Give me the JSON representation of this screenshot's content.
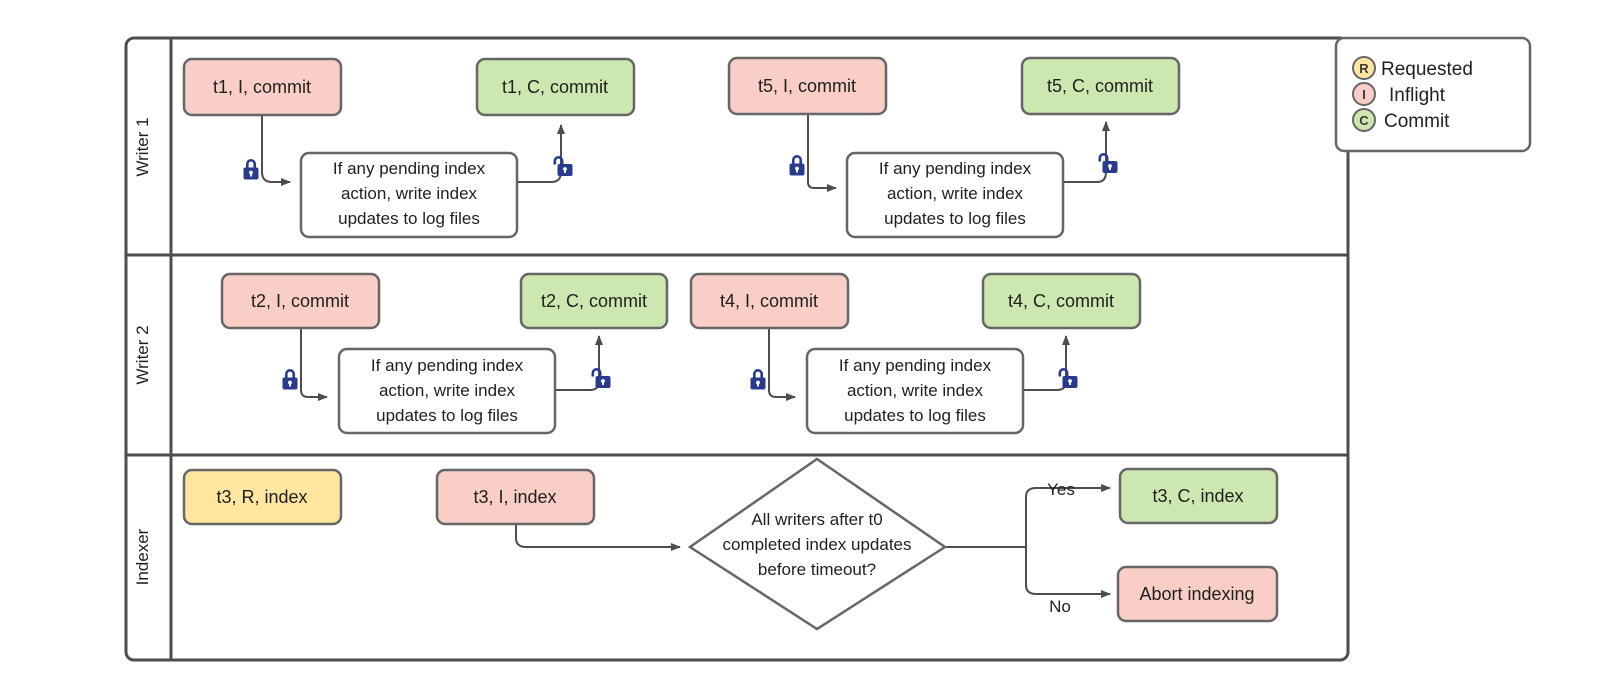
{
  "diagram": {
    "title": "Writer/Indexer concurrency swimlane flowchart",
    "colors": {
      "inflight_fill": "#f8cec6",
      "commit_fill": "#cde7b0",
      "requested_fill": "#ffe6a0",
      "node_stroke": "#666666",
      "lane_stroke": "#4d4d4d",
      "edge_stroke": "#4d4d4d",
      "lock_fill": "#2a3b8f",
      "text": "#1f1f1f",
      "process_fill": "#ffffff"
    },
    "lanes": [
      {
        "id": "writer1",
        "label": "Writer 1"
      },
      {
        "id": "writer2",
        "label": "Writer 2"
      },
      {
        "id": "indexer",
        "label": "Indexer"
      }
    ],
    "writer1": {
      "start_inflight": "t1, I, commit",
      "process": "If any pending index action, write index updates to log files",
      "process_lines": [
        "If any pending index",
        "action, write index",
        "updates to log files"
      ],
      "end_commit": "t1, C, commit",
      "start_inflight_2": "t5, I, commit",
      "process_2_lines": [
        "If any pending index",
        "action, write index",
        "updates to log files"
      ],
      "end_commit_2": "t5, C, commit",
      "lock_closed_icon": "lock-closed-icon",
      "lock_open_icon": "lock-open-icon"
    },
    "writer2": {
      "start_inflight": "t2, I, commit",
      "process_lines": [
        "If any pending index",
        "action, write index",
        "updates to log files"
      ],
      "end_commit": "t2, C, commit",
      "start_inflight_2": "t4, I, commit",
      "process_2_lines": [
        "If any pending index",
        "action, write index",
        "updates to log files"
      ],
      "end_commit_2": "t4, C, commit"
    },
    "indexer": {
      "requested": "t3, R, index",
      "inflight": "t3, I, index",
      "decision_lines": [
        "All writers after t0",
        "completed index updates",
        "before timeout?"
      ],
      "decision_text": "All writers after t0 completed index updates before timeout?",
      "yes_label": "Yes",
      "no_label": "No",
      "yes_target": "t3, C, index",
      "no_target": "Abort indexing"
    },
    "legend": {
      "items": [
        {
          "badge": "R",
          "label": "Requested",
          "fill": "#ffe6a0"
        },
        {
          "badge": "I",
          "label": "Inflight",
          "fill": "#f8cec6"
        },
        {
          "badge": "C",
          "label": "Commit",
          "fill": "#cde7b0"
        }
      ]
    }
  }
}
